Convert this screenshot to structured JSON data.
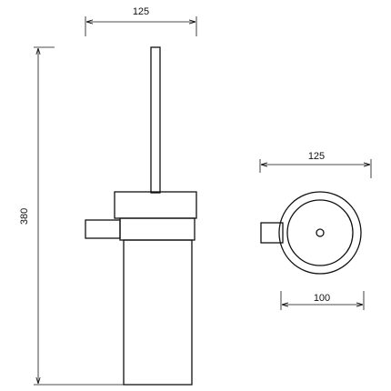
{
  "drawing": {
    "line_color": "#111111",
    "side_view": {
      "width_label": "125",
      "height_label": "380"
    },
    "top_view": {
      "outer_width_label": "125",
      "inner_width_label": "100"
    }
  }
}
